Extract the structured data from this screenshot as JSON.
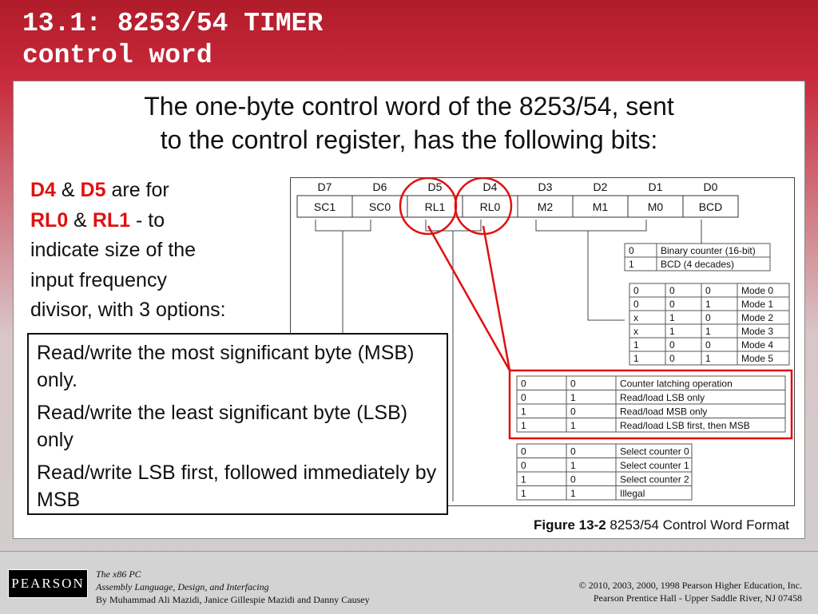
{
  "slide": {
    "title_line1": "13.1: 8253/54 TIMER",
    "title_line2": "control word",
    "headline_line1": "The one-byte control word of the 8253/54, sent",
    "headline_line2": "to the control register, has the following bits:"
  },
  "note": {
    "d4": "D4",
    "amp1": " & ",
    "d5": "D5",
    "are_for": " are for",
    "rl0": "RL0",
    "amp2": " & ",
    "rl1": "RL1",
    "to": " - to",
    "line3": "indicate size of the",
    "line4": "input frequency",
    "line5": "divisor, with 3 options:"
  },
  "options": [
    "Read/write the most significant byte (MSB) only.",
    "Read/write the least significant byte (LSB) only",
    "Read/write LSB first, followed immediately by MSB"
  ],
  "figure": {
    "bit_headers": [
      "D7",
      "D6",
      "D5",
      "D4",
      "D3",
      "D2",
      "D1",
      "D0"
    ],
    "bit_names": [
      "SC1",
      "SC0",
      "RL1",
      "RL0",
      "M2",
      "M1",
      "M0",
      "BCD"
    ],
    "bcd_table": [
      [
        "0",
        "Binary counter (16-bit)"
      ],
      [
        "1",
        "BCD (4 decades)"
      ]
    ],
    "mode_table": [
      [
        "0",
        "0",
        "0",
        "Mode 0"
      ],
      [
        "0",
        "0",
        "1",
        "Mode 1"
      ],
      [
        "x",
        "1",
        "0",
        "Mode 2"
      ],
      [
        "x",
        "1",
        "1",
        "Mode 3"
      ],
      [
        "1",
        "0",
        "0",
        "Mode 4"
      ],
      [
        "1",
        "0",
        "1",
        "Mode 5"
      ]
    ],
    "rl_table": [
      [
        "0",
        "0",
        "Counter latching operation"
      ],
      [
        "0",
        "1",
        "Read/load LSB only"
      ],
      [
        "1",
        "0",
        "Read/load MSB only"
      ],
      [
        "1",
        "1",
        "Read/load LSB first, then MSB"
      ]
    ],
    "sc_table": [
      [
        "0",
        "0",
        "Select counter 0"
      ],
      [
        "0",
        "1",
        "Select counter 1"
      ],
      [
        "1",
        "0",
        "Select counter 2"
      ],
      [
        "1",
        "1",
        "Illegal"
      ]
    ],
    "caption_bold": "Figure 13-2",
    "caption_text": " 8253/54 Control Word Format",
    "highlight_color": "#e01010"
  },
  "footer": {
    "logo": "PEARSON",
    "book_title": "The x86 PC",
    "book_subtitle": "Assembly Language, Design, and Interfacing",
    "authors": "By Muhammad Ali Mazidi, Janice Gillespie Mazidi and Danny Causey",
    "copyright": "© 2010, 2003, 2000, 1998 Pearson Higher Education, Inc.",
    "publisher": "Pearson Prentice Hall - Upper Saddle River, NJ 07458"
  }
}
